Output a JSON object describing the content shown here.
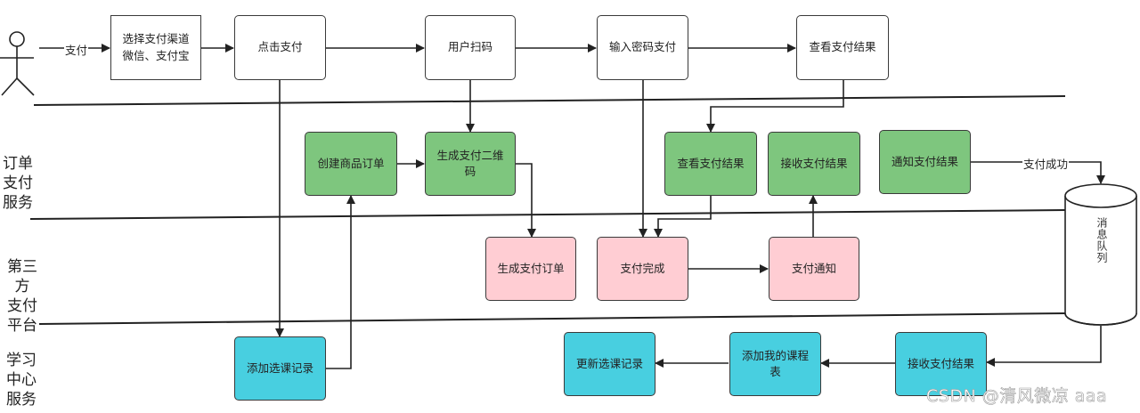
{
  "actor_edge_label": "支付",
  "lanes": {
    "order": "订单\n支付\n服务",
    "third": "第三方\n支付\n平台",
    "learning": "学习\n中心\n服务"
  },
  "user_row": {
    "select_channel": "选择支付渠道\n微信、支付宝",
    "click_pay": "点击支付",
    "scan": "用户扫码",
    "enter_password": "输入密码支付",
    "view_result": "查看支付结果"
  },
  "order_row": {
    "create_order": "创建商品订单",
    "gen_qr": "生成支付二维\n码",
    "query_result": "查看支付结果",
    "receive_result": "接收支付结果",
    "notify_result": "通知支付结果",
    "edge_success": "支付成功"
  },
  "third_row": {
    "gen_pay_order": "生成支付订单",
    "pay_done": "支付完成",
    "pay_notify": "支付通知"
  },
  "queue_label": "消息队列",
  "learning_row": {
    "add_record": "添加选课记录",
    "update_record": "更新选课记录",
    "add_schedule": "添加我的课程\n表",
    "receive_result": "接收支付结果"
  },
  "watermark": "CSDN @清风微凉 aaa"
}
